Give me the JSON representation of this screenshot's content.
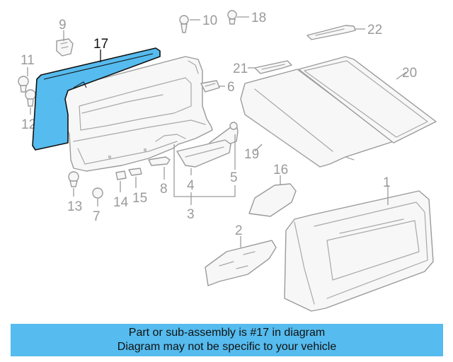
{
  "callouts": {
    "c1": "1",
    "c2": "2",
    "c3": "3",
    "c4": "4",
    "c5": "5",
    "c6": "6",
    "c7": "7",
    "c8": "8",
    "c9": "9",
    "c10": "10",
    "c11": "11",
    "c12": "12",
    "c13": "13",
    "c14": "14",
    "c15": "15",
    "c16": "16",
    "c17": "17",
    "c18": "18",
    "c19": "19",
    "c20": "20",
    "c21": "21",
    "c22": "22"
  },
  "highlight": {
    "part": "17",
    "color": "#56bbee"
  },
  "banner": {
    "line1": "Part or sub-assembly is #17 in diagram",
    "line2": "Diagram may not be specific to your vehicle"
  }
}
